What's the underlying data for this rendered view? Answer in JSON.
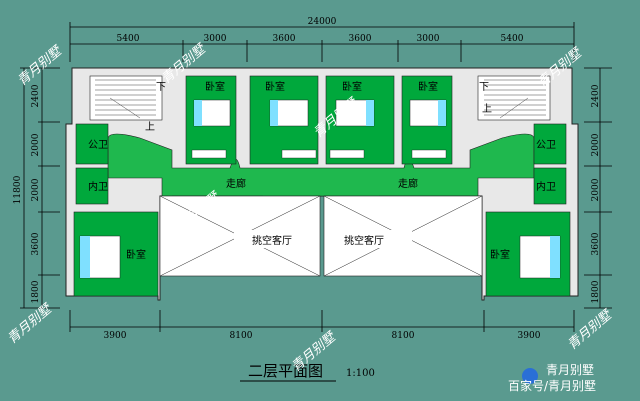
{
  "dimensions": {
    "overall": "24000",
    "top": [
      "5400",
      "3000",
      "3600",
      "3600",
      "3000",
      "5400"
    ],
    "bottom": [
      "3900",
      "8100",
      "8100",
      "3900"
    ],
    "left": [
      "2400",
      "2000",
      "2000",
      "3600",
      "1800"
    ],
    "left_total": "11800",
    "right": [
      "2400",
      "2000",
      "2000",
      "3600",
      "1800"
    ]
  },
  "rooms": {
    "bedroom": "卧室",
    "corridor": "走廊",
    "void_living": "挑空客厅",
    "toilet_public": "公卫",
    "toilet_private": "内卫",
    "stair_down": "下",
    "stair_up": "上"
  },
  "title": {
    "text": "二层平面图",
    "scale": "1:100"
  },
  "watermark": "青月别墅",
  "branding": {
    "label": "青月别墅",
    "source": "百家号/青月别墅"
  },
  "colors": {
    "background": "#5a9a8f",
    "wall": "#e8e8e8",
    "room_green": "#00a83c",
    "corridor_green": "#1fb84e",
    "void": "#ffffff"
  }
}
